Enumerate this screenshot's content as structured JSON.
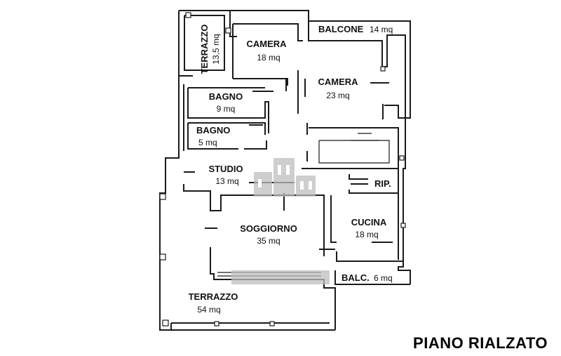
{
  "plan_title": "PIANO RIALZATO",
  "rooms": [
    {
      "key": "terrazzo_top",
      "name": "TERRAZZO",
      "area": "13,5 mq"
    },
    {
      "key": "camera1",
      "name": "CAMERA",
      "area": "18 mq"
    },
    {
      "key": "balcone",
      "name": "BALCONE",
      "area": "14 mq"
    },
    {
      "key": "camera2",
      "name": "CAMERA",
      "area": "23 mq"
    },
    {
      "key": "bagno1",
      "name": "BAGNO",
      "area": "9 mq"
    },
    {
      "key": "bagno2",
      "name": "BAGNO",
      "area": "5 mq"
    },
    {
      "key": "studio",
      "name": "STUDIO",
      "area": "13 mq"
    },
    {
      "key": "rip",
      "name": "RIP.",
      "area": ""
    },
    {
      "key": "soggiorno",
      "name": "SOGGIORNO",
      "area": "35 mq"
    },
    {
      "key": "cucina",
      "name": "CUCINA",
      "area": "18 mq"
    },
    {
      "key": "balc",
      "name": "BALC.",
      "area": "6 mq"
    },
    {
      "key": "terrazzo_bottom",
      "name": "TERRAZZO",
      "area": "54 mq"
    }
  ],
  "watermark_icon": "building-watermark-icon"
}
